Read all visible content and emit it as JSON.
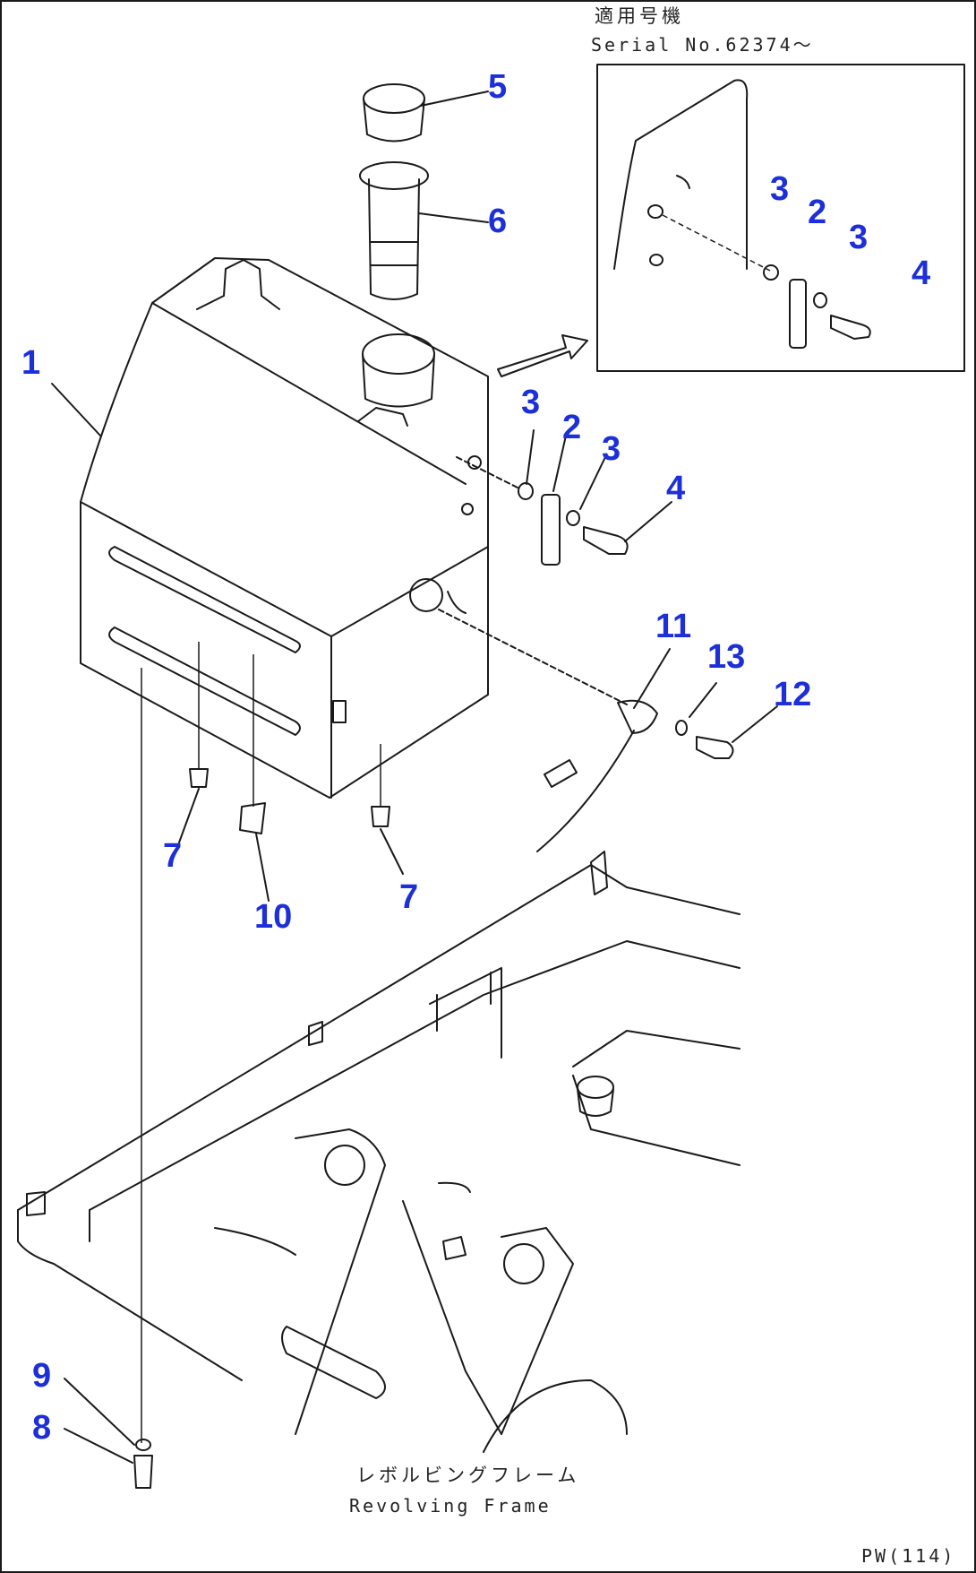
{
  "header": {
    "applicable_serial_jp": "適用号機",
    "serial_number": "Serial No.62374〜"
  },
  "callouts": {
    "c1": "1",
    "c2": "2",
    "c3": "3",
    "c4": "4",
    "c5": "5",
    "c6": "6",
    "c7": "7",
    "c8": "8",
    "c9": "9",
    "c10": "10",
    "c11": "11",
    "c12": "12",
    "c13": "13"
  },
  "frame_label": {
    "jp": "レボルビングフレーム",
    "en": "Revolving Frame"
  },
  "page_ref": "PW(114)",
  "colors": {
    "callout": "#1c2fd8",
    "line": "#1a1a1a"
  }
}
